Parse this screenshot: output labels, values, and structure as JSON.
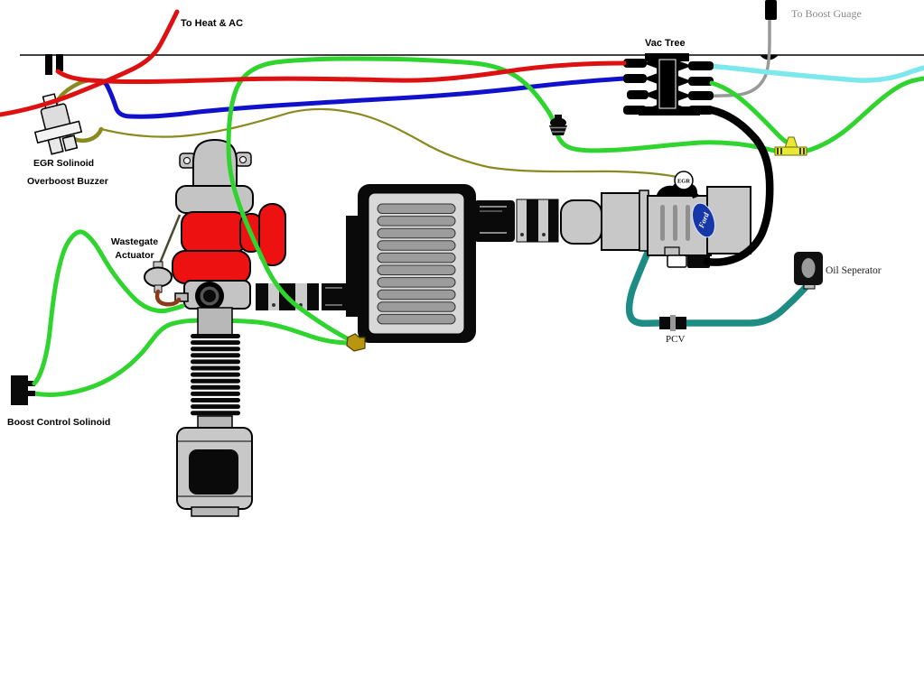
{
  "labels": {
    "heat_ac": "To Heat & AC",
    "boost_gauge": "To Boost Guage",
    "vac_tree": "Vac Tree",
    "egr_solenoid": "EGR Solinoid",
    "overboost_buzzer": "Overboost Buzzer",
    "wastegate_line1": "Wastegate",
    "wastegate_line2": "Actuator",
    "boost_control_solenoid": "Boost Control Solinoid",
    "oil_separator": "Oil Seperator",
    "pcv": "PCV",
    "egr_badge": "EGR",
    "ford_logo": "Ford"
  },
  "colors": {
    "hose_red": "#dd1111",
    "hose_blue": "#1111cc",
    "hose_green": "#2fd42f",
    "hose_olive": "#8a8a20",
    "hose_cyan": "#7ce8ec",
    "hose_gray": "#999999",
    "hose_teal": "#1d8c84",
    "hose_brown": "#8b3a1a",
    "hose_black": "#000000",
    "component_gray": "#c8c8c8",
    "turbo_red": "#ee1111",
    "ford_blue": "#1537a8",
    "fitting_yellow": "#e8e838",
    "elbow_gold": "#b8960f"
  }
}
